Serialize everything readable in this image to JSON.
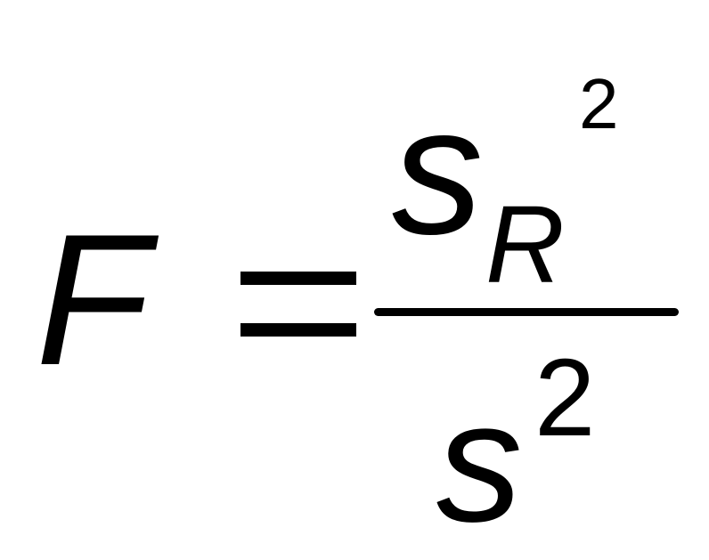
{
  "formula": {
    "lhs": "F",
    "numerator": {
      "base": "s",
      "subscript": "R",
      "superscript": "2"
    },
    "denominator": {
      "base": "s",
      "superscript": "2"
    },
    "text_color": "#000000",
    "background": "#ffffff"
  }
}
